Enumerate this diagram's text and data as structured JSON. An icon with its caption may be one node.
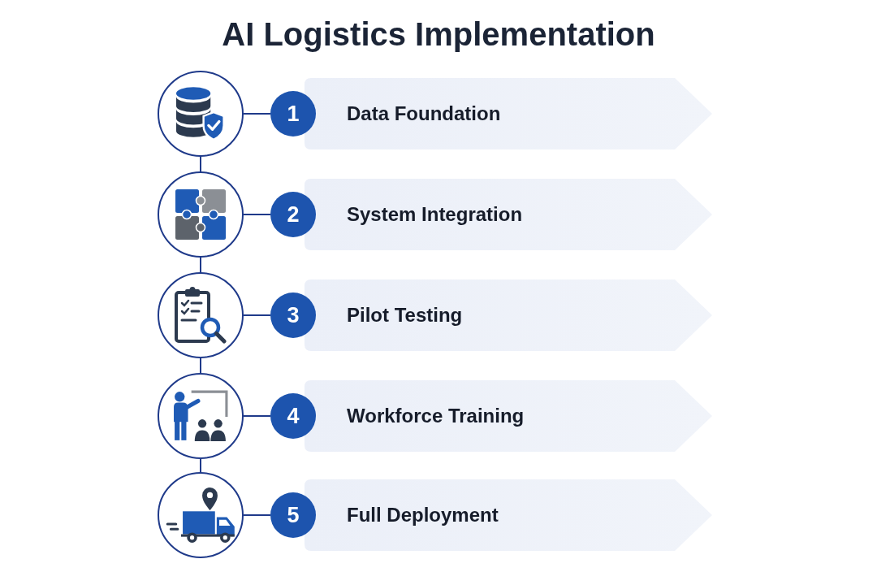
{
  "diagram": {
    "title": "AI Logistics Implementation",
    "nodes": [
      {
        "text": [],
        "shape": "circle"
      },
      {
        "text": [
          "1"
        ]
      },
      {
        "text": [
          "Data Foundation"
        ]
      },
      {
        "text": [],
        "shape": "circle"
      },
      {
        "text": [
          "2"
        ]
      },
      {
        "text": [
          "System Integration"
        ]
      },
      {
        "text": [],
        "shape": "circle"
      },
      {
        "text": [
          "3"
        ]
      },
      {
        "text": [
          "Pilot Testing"
        ]
      },
      {
        "text": [],
        "shape": "circle"
      },
      {
        "text": [
          "4"
        ]
      },
      {
        "text": [
          "Workforce Training"
        ]
      },
      {
        "text": [],
        "shape": "circle"
      },
      {
        "text": [
          "5"
        ]
      },
      {
        "text": [
          "Full Deployment"
        ]
      }
    ],
    "edges": [
      {
        "from": 0,
        "to": 1,
        "arrow": "none"
      },
      {
        "from": 0,
        "to": 3,
        "arrow": "none"
      },
      {
        "from": 3,
        "to": 4,
        "arrow": "none"
      },
      {
        "from": 3,
        "to": 6,
        "arrow": "none"
      },
      {
        "from": 6,
        "to": 7,
        "arrow": "none"
      },
      {
        "from": 6,
        "to": 9,
        "arrow": "none"
      },
      {
        "from": 9,
        "to": 10,
        "arrow": "none"
      },
      {
        "from": 9,
        "to": 12,
        "arrow": "none"
      },
      {
        "from": 12,
        "to": 13,
        "arrow": "none"
      }
    ]
  }
}
